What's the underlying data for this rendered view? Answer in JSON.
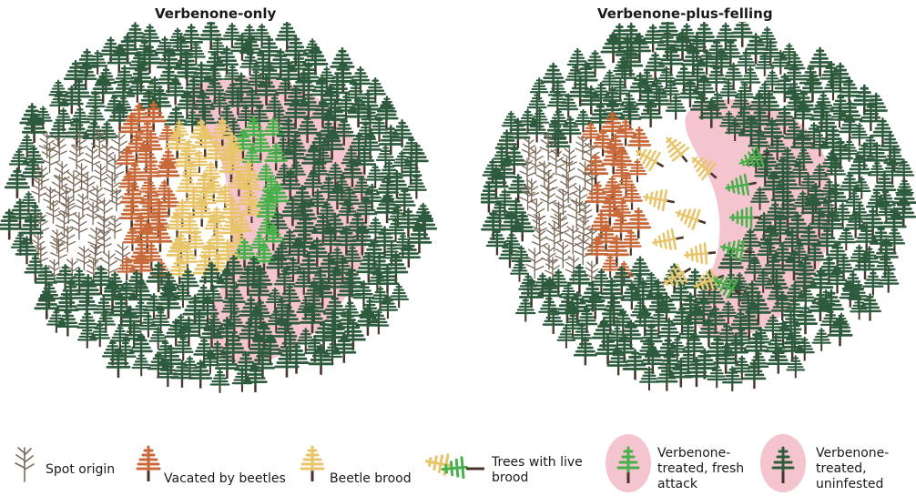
{
  "panels": {
    "left_title": "Verbenone-only",
    "right_title": "Verbenone-plus-felling"
  },
  "legend": {
    "spot_origin": "Spot origin",
    "vacated": "Vacated by beetles",
    "brood": "Beetle brood",
    "live_brood": "Trees with live\nbrood",
    "fresh_attack": "Verbenone-\ntreated, fresh\nattack",
    "uninfested": "Verbenone-\ntreated,\nuninfested"
  },
  "colors": {
    "green_tree": "#2e5b3d",
    "live_green": "#48b04a",
    "vacated_orange": "#c8693a",
    "brood_yellow": "#e8c56a",
    "dead_gray": "#7a6a5a",
    "verbenone_pink": "#f4c4cf",
    "trunk": "#4a3328"
  },
  "icons": {
    "spot_origin": "bare-tree-icon",
    "vacated": "orange-tree-icon",
    "brood": "yellow-tree-icon",
    "live_brood": "felled-trees-icon",
    "fresh_attack": "pink-circle-green-tree-icon",
    "uninfested": "pink-circle-dark-tree-icon"
  }
}
